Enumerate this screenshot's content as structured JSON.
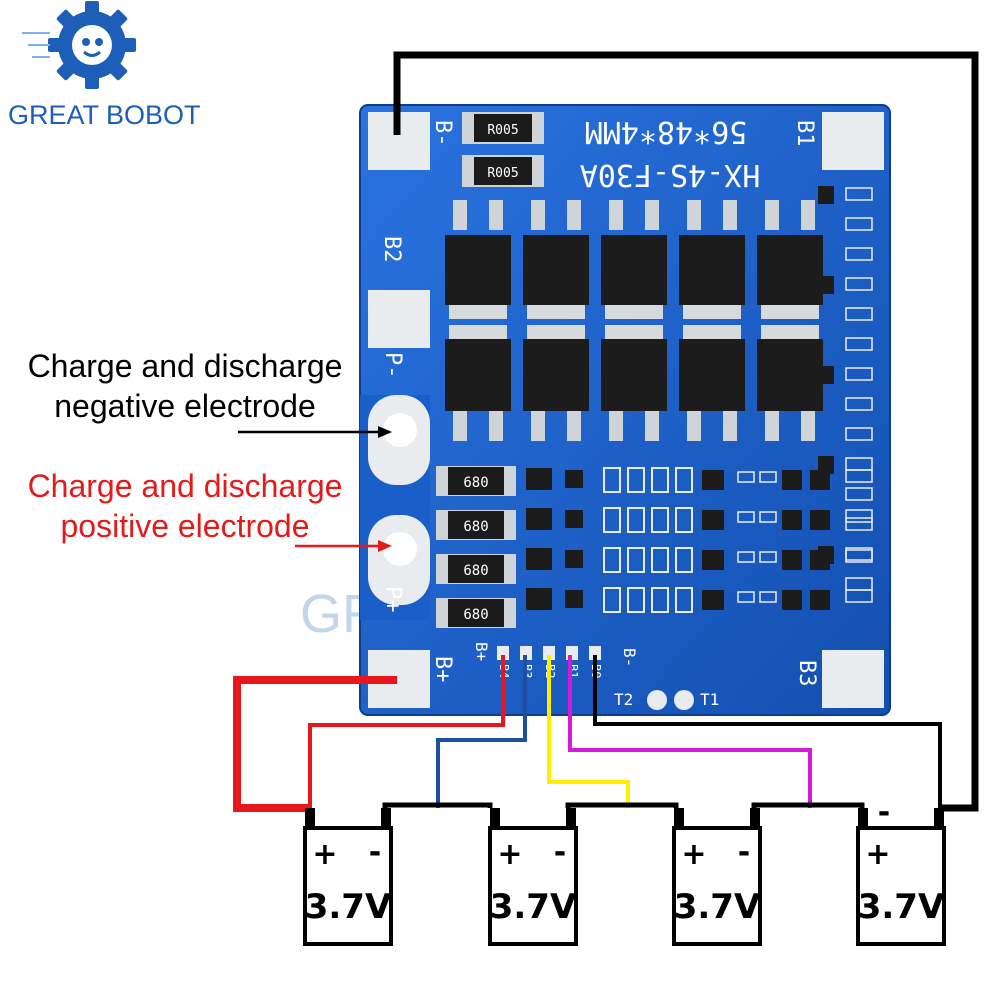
{
  "brand": {
    "name": "GREAT BOBOT",
    "color": "#1d5fb8",
    "icon": "gear-logo-icon"
  },
  "watermark": "GREAT",
  "board": {
    "model": "HX-4S-F30A",
    "dimensions": "56*48*4MM",
    "color": "#1a5fc9",
    "pad_labels": {
      "b_minus": "B-",
      "b1": "B1",
      "b2": "B2",
      "b3": "B3",
      "b_plus": "B+",
      "p_minus": "P-",
      "p_plus": "P+"
    },
    "resistor_top": [
      "R005",
      "R005"
    ],
    "resistor_side": [
      "680",
      "680",
      "680",
      "680"
    ],
    "connector_labels": {
      "b_plus": "B+",
      "b_minus": "B-",
      "t2": "T2",
      "t1": "T1"
    },
    "connector_pins": [
      "B4",
      "B3",
      "B2",
      "B1",
      "B0"
    ]
  },
  "annotations": {
    "negative": {
      "line1": "Charge and discharge",
      "line2": "negative electrode",
      "color": "#000000"
    },
    "positive": {
      "line1": "Charge and discharge",
      "line2": "positive electrode",
      "color": "#e21b1b"
    }
  },
  "batteries": [
    {
      "voltage": "3.7V",
      "plus": "+",
      "minus": "-"
    },
    {
      "voltage": "3.7V",
      "plus": "+",
      "minus": "-"
    },
    {
      "voltage": "3.7V",
      "plus": "+",
      "minus": "-"
    },
    {
      "voltage": "3.7V",
      "plus": "+",
      "minus": "-"
    }
  ],
  "battery_last_minus": "-",
  "wire_colors": {
    "red": "#e8151b",
    "blue": "#1f4fa0",
    "yellow": "#ffee00",
    "magenta": "#d21ad8",
    "black": "#000000"
  }
}
